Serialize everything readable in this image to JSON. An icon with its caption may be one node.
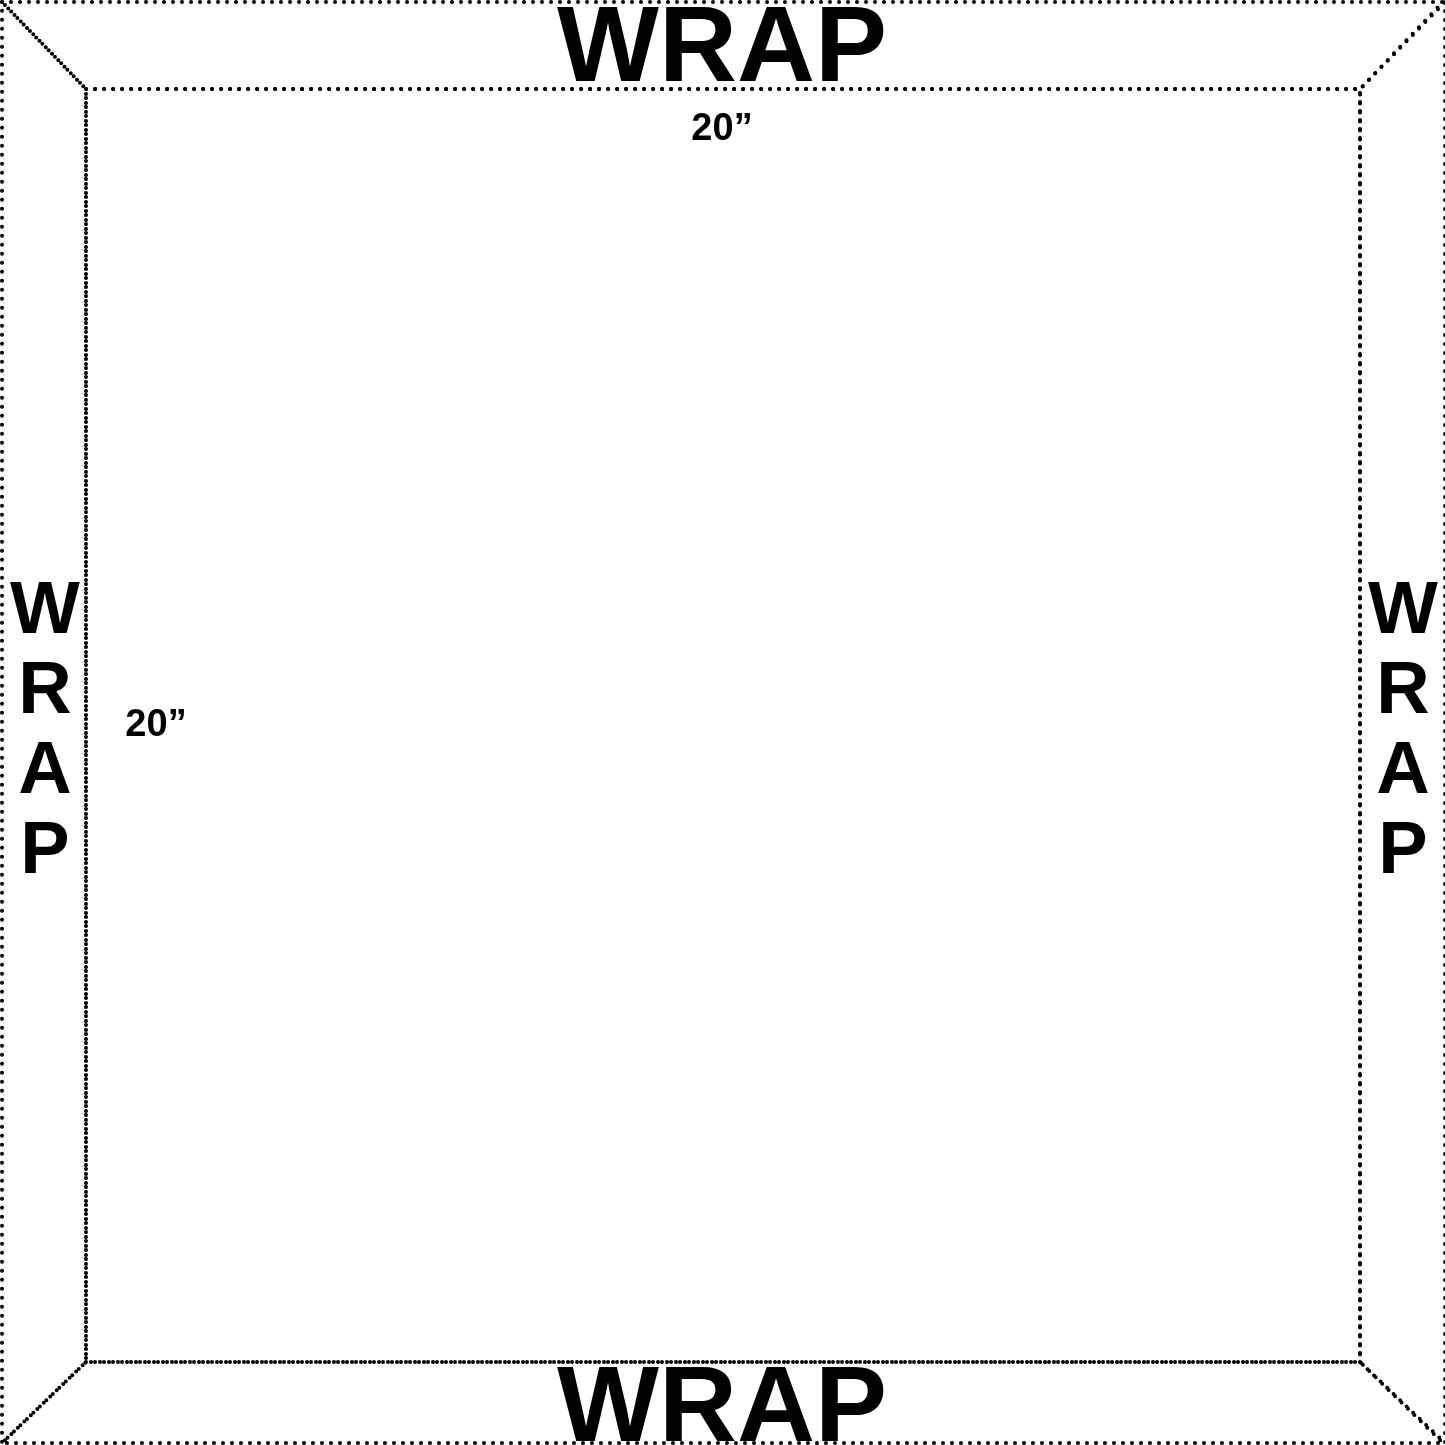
{
  "diagram": {
    "nodes": [
      {
        "text": [
          "WRAP"
        ]
      },
      {
        "text": [
          "WRAP"
        ]
      },
      {
        "text": [
          "WRAP"
        ]
      },
      {
        "text": [
          "WRAP"
        ]
      }
    ],
    "labels": [
      "20”",
      "20”"
    ]
  }
}
